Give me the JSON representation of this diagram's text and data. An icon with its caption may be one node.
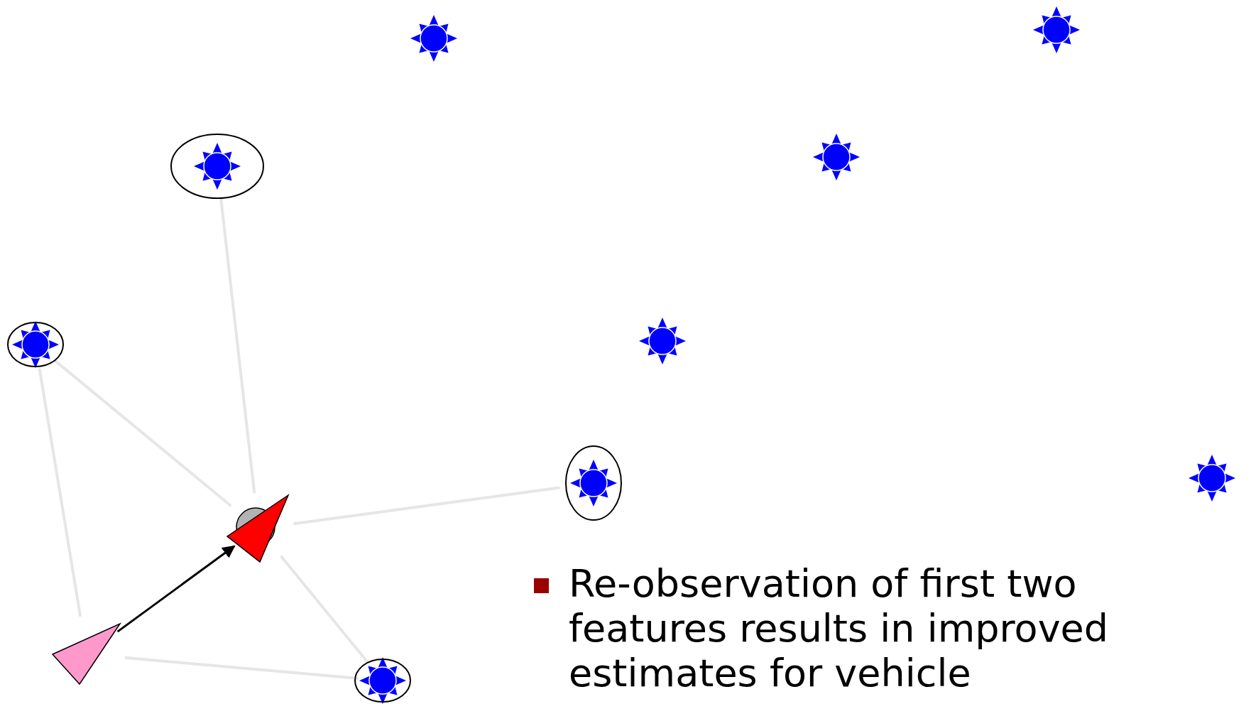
{
  "diagram": {
    "nodes": [
      {
        "text": [],
        "shape": "star"
      },
      {
        "text": [],
        "shape": "star"
      },
      {
        "text": [],
        "shape": "star"
      },
      {
        "text": [],
        "shape": "star"
      },
      {
        "text": [],
        "shape": "star"
      },
      {
        "text": [],
        "shape": "star"
      },
      {
        "text": [],
        "shape": "star"
      },
      {
        "text": [],
        "shape": "star"
      },
      {
        "text": [],
        "shape": "triangle"
      },
      {
        "text": [],
        "shape": "triangle"
      },
      {
        "text": [],
        "shape": "star"
      }
    ],
    "edges": [
      {
        "from": 8,
        "to": 2,
        "arrow": "none"
      },
      {
        "from": 8,
        "to": 4,
        "arrow": "none"
      },
      {
        "from": 8,
        "to": 6,
        "arrow": "none"
      },
      {
        "from": 8,
        "to": 10,
        "arrow": "none"
      },
      {
        "from": 9,
        "to": 4,
        "arrow": "none"
      },
      {
        "from": 9,
        "to": 10,
        "arrow": "none"
      },
      {
        "from": 9,
        "to": 8,
        "arrow": "to",
        "color": "#000000"
      }
    ],
    "labels": [
      "Re-observation of first two features results in improved estimates for vehicle"
    ]
  }
}
